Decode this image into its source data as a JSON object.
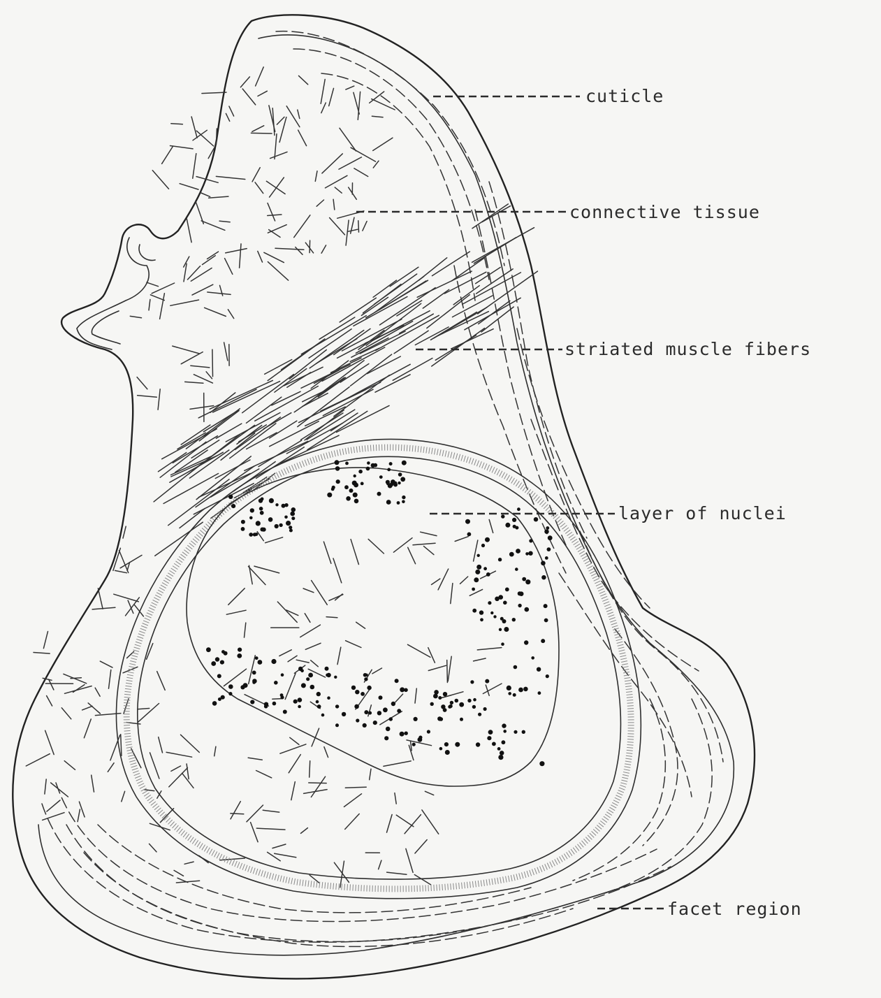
{
  "figure": {
    "labels": {
      "cuticle": "cuticle",
      "connective_tissue": "connective tissue",
      "striated_muscle_fibers": "striated muscle fibers",
      "layer_of_nuclei": "layer of nuclei",
      "facet_region": "facet region"
    }
  }
}
